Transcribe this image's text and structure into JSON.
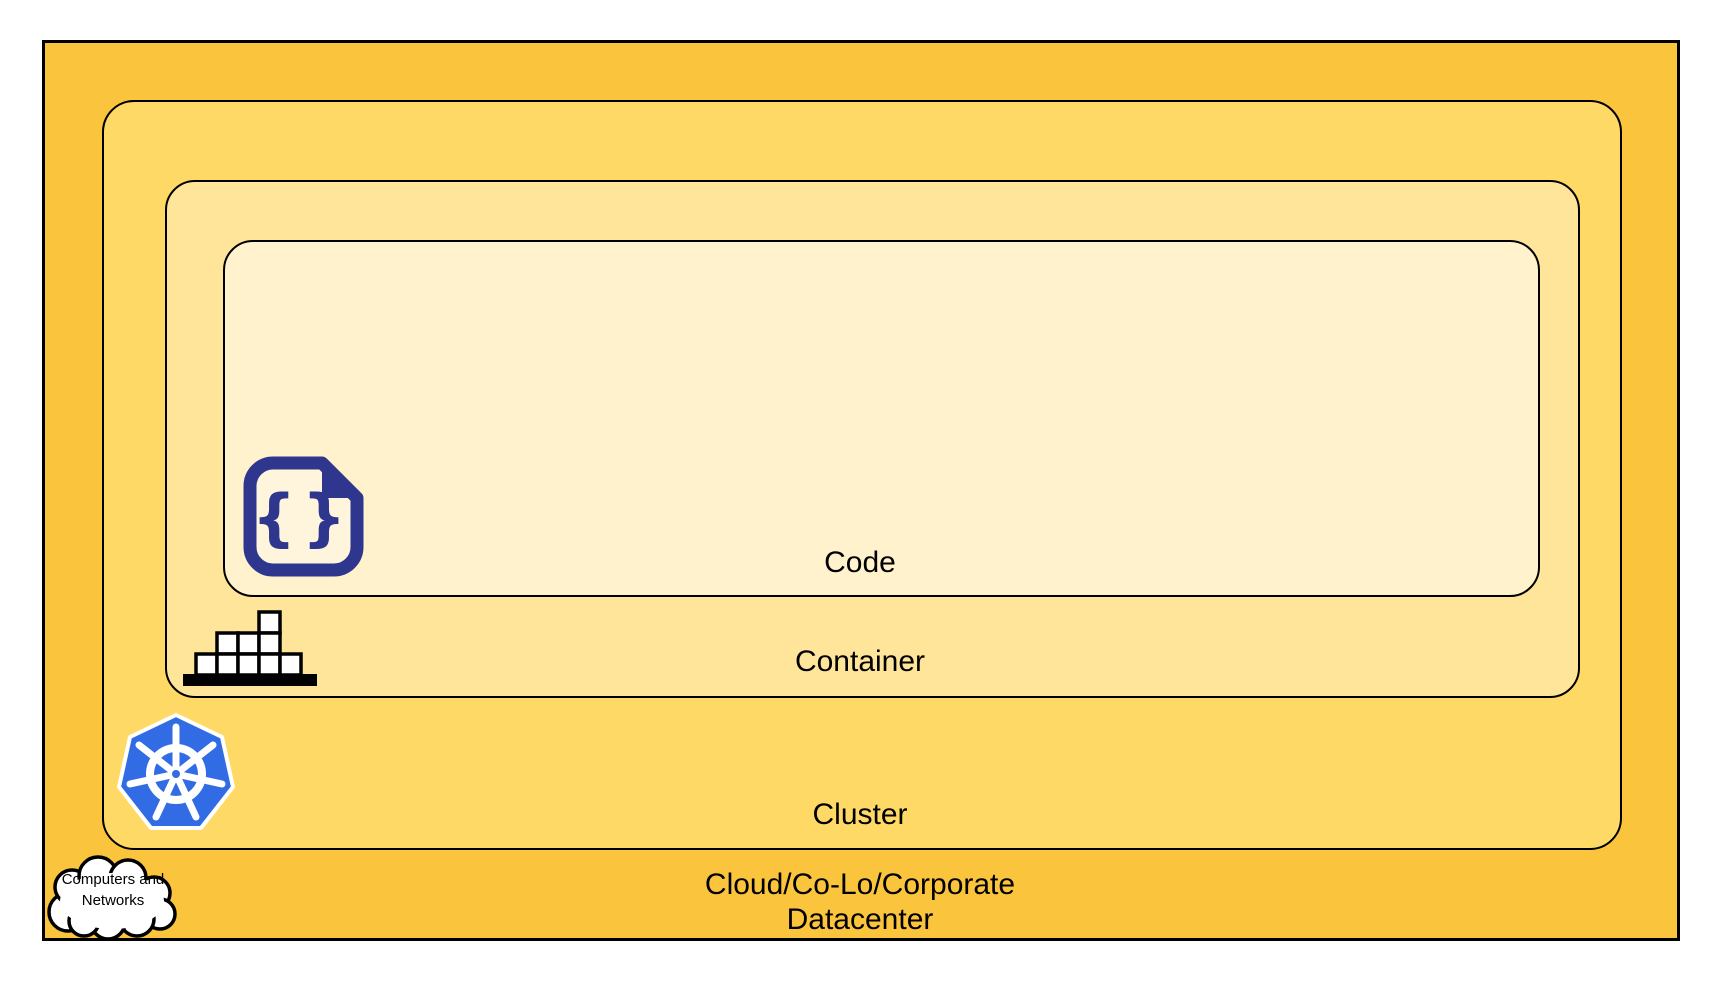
{
  "diagram": {
    "title": "Kubernetes nested layers diagram",
    "layers": {
      "code": {
        "label": "Code"
      },
      "container": {
        "label": "Container"
      },
      "cluster": {
        "label": "Cluster"
      },
      "datacenter": {
        "label_line1": "Cloud/Co-Lo/Corporate",
        "label_line2": "Datacenter"
      }
    },
    "cloud_callout": {
      "line1": "Computers and",
      "line2": "Networks"
    },
    "icons": {
      "code_file": "code-file-icon",
      "container_blocks": "container-blocks-icon",
      "kubernetes": "kubernetes-icon",
      "cloud": "cloud-icon"
    }
  },
  "colors": {
    "datacenter_fill": "#FAC43D",
    "cluster_fill": "#FFD966",
    "container_fill": "#FFE599",
    "code_fill": "#FFF2CC",
    "outline": "#000000",
    "code_icon_navy": "#2F368E",
    "kubernetes_blue": "#326CE5",
    "icon_white": "#FFFFFF",
    "page_background": "#FFFFFF"
  }
}
